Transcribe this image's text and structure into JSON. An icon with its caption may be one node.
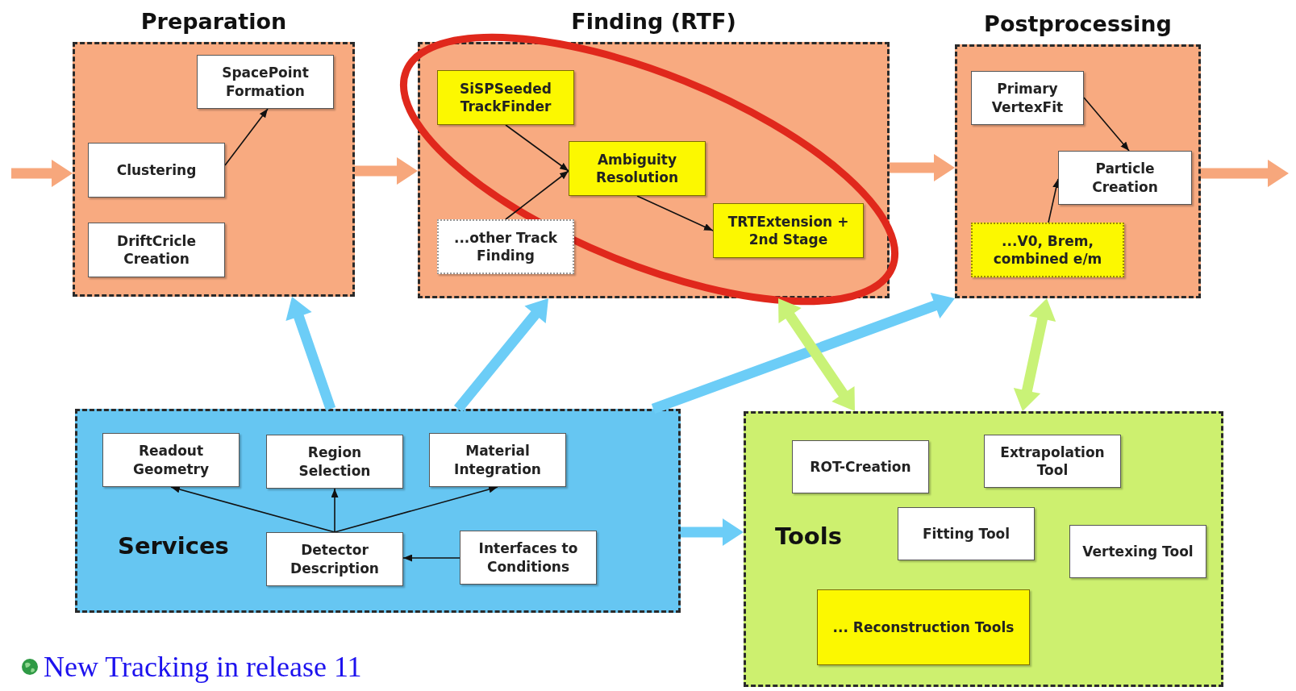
{
  "diagram": {
    "nodes": [
      {
        "text": [
          "Preparation"
        ]
      },
      {
        "text": [
          "SpacePoint Formation"
        ],
        "in": 0
      },
      {
        "text": [
          "Clustering"
        ],
        "in": 0
      },
      {
        "text": [
          "DriftCricle Creation"
        ],
        "in": 0
      },
      {
        "text": [
          "Finding (RTF)"
        ]
      },
      {
        "text": [
          "SiSPSeeded TrackFinder"
        ],
        "in": 4
      },
      {
        "text": [
          "Ambiguity Resolution"
        ],
        "in": 4
      },
      {
        "text": [
          "...other Track Finding"
        ],
        "in": 4
      },
      {
        "text": [
          "TRTExtension + 2nd Stage"
        ],
        "in": 4
      },
      {
        "text": [
          "Postprocessing"
        ]
      },
      {
        "text": [
          "Primary VertexFit"
        ],
        "in": 9
      },
      {
        "text": [
          "Particle Creation"
        ],
        "in": 9
      },
      {
        "text": [
          "...V0, Brem, combined e/m"
        ],
        "in": 9
      },
      {
        "text": [
          "Services"
        ]
      },
      {
        "text": [
          "Readout Geometry"
        ],
        "in": 13
      },
      {
        "text": [
          "Region Selection"
        ],
        "in": 13
      },
      {
        "text": [
          "Material Integration"
        ],
        "in": 13
      },
      {
        "text": [
          "Detector Description"
        ],
        "in": 13
      },
      {
        "text": [
          "Interfaces to Conditions"
        ],
        "in": 13
      },
      {
        "text": [
          "Tools"
        ]
      },
      {
        "text": [
          "ROT-Creation"
        ],
        "in": 19
      },
      {
        "text": [
          "Extrapolation Tool"
        ],
        "in": 19
      },
      {
        "text": [
          "Fitting Tool"
        ],
        "in": 19
      },
      {
        "text": [
          "Vertexing Tool"
        ],
        "in": 19
      },
      {
        "text": [
          "... Reconstruction Tools"
        ],
        "in": 19
      }
    ],
    "edges": [
      {
        "from": null,
        "to": 0,
        "arrow": "to",
        "style": "thick",
        "color": "#f7a77c"
      },
      {
        "from": 0,
        "to": 4,
        "arrow": "to",
        "style": "thick",
        "color": "#f7a77c"
      },
      {
        "from": 4,
        "to": 9,
        "arrow": "to",
        "style": "thick",
        "color": "#f7a77c"
      },
      {
        "from": 9,
        "to": null,
        "arrow": "to",
        "style": "thick",
        "color": "#f7a77c"
      },
      {
        "from": 2,
        "to": 1,
        "arrow": "to"
      },
      {
        "from": 5,
        "to": 6,
        "arrow": "to"
      },
      {
        "from": 7,
        "to": 6,
        "arrow": "to"
      },
      {
        "from": 6,
        "to": 8,
        "arrow": "to"
      },
      {
        "from": 10,
        "to": 11,
        "arrow": "to"
      },
      {
        "from": 12,
        "to": 11,
        "arrow": "to"
      },
      {
        "from": 17,
        "to": 14,
        "arrow": "to"
      },
      {
        "from": 17,
        "to": 15,
        "arrow": "to"
      },
      {
        "from": 17,
        "to": 16,
        "arrow": "to"
      },
      {
        "from": 18,
        "to": 17,
        "arrow": "to"
      },
      {
        "from": 13,
        "to": 0,
        "arrow": "to",
        "style": "thick",
        "color": "#6ccdf7"
      },
      {
        "from": 13,
        "to": 4,
        "arrow": "to",
        "style": "thick",
        "color": "#6ccdf7"
      },
      {
        "from": 13,
        "to": 9,
        "arrow": "to",
        "style": "thick",
        "color": "#6ccdf7"
      },
      {
        "from": 13,
        "to": 19,
        "arrow": "to",
        "style": "thick",
        "color": "#6ccdf7"
      },
      {
        "from": 4,
        "to": 19,
        "arrow": "both",
        "style": "thick",
        "color": "#c9f277"
      },
      {
        "from": 9,
        "to": 19,
        "arrow": "both",
        "style": "thick",
        "color": "#c9f277"
      }
    ],
    "labels": [
      "New Tracking in release 11"
    ]
  }
}
